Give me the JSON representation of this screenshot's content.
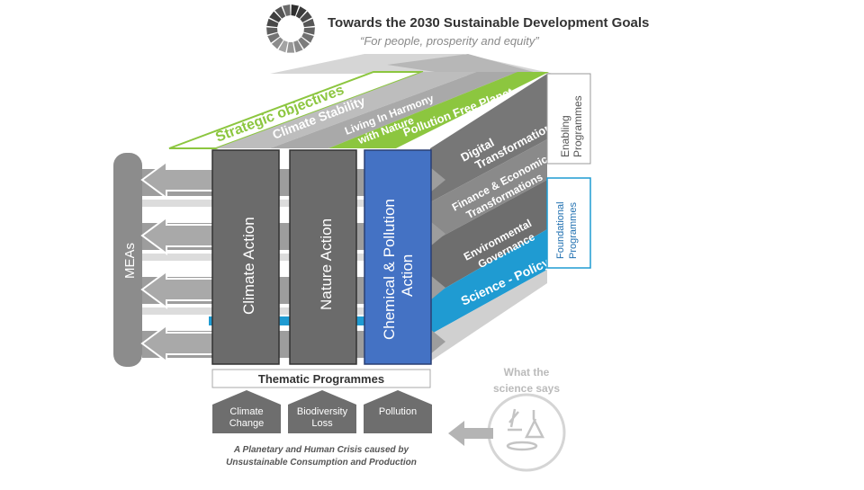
{
  "header": {
    "title": "Towards the 2030 Sustainable Development Goals",
    "subtitle": "“For people, prosperity and equity”"
  },
  "meas_label": "MEAs",
  "strategic": {
    "label": "Strategic objectives",
    "items": [
      "Climate Stability",
      "Living In Harmony with Nature",
      "Pollution Free Planet"
    ]
  },
  "actions": [
    "Climate Action",
    "Nature Action",
    "Chemical & Pollution Action"
  ],
  "enabling": {
    "label": "Enabling Programmes",
    "items": [
      "Digital Transformations",
      "Finance & Economic Transformations"
    ]
  },
  "foundational": {
    "label": "Foundational Programmes",
    "items": [
      "Environmental Governance",
      "Science - Policy"
    ]
  },
  "thematic_label": "Thematic Programmes",
  "crises": [
    "Climate Change",
    "Biodiversity Loss",
    "Pollution"
  ],
  "bottom_caption": [
    "A Planetary and Human Crisis caused by",
    "Unsustainable Consumption and Production"
  ],
  "science": {
    "label": [
      "What the",
      "science says"
    ],
    "icon": "lab-flask-microscope-icon"
  },
  "colors": {
    "dark_gray": "#6e6e6e",
    "mid_gray": "#9a9a9a",
    "light_gray": "#c8c8c8",
    "green": "#8cc63f",
    "blue": "#1f9bd2",
    "chemical_blue": "#4472c4"
  }
}
